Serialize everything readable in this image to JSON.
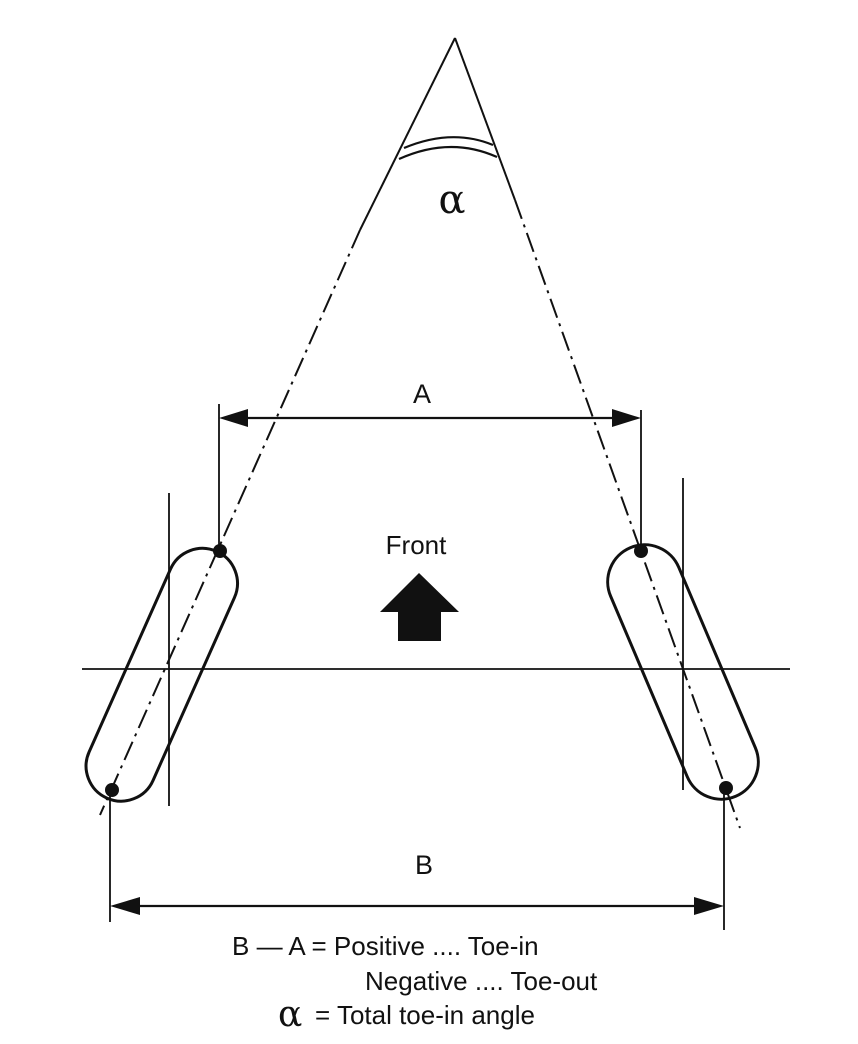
{
  "diagram": {
    "alpha_symbol": "α",
    "dimension_a_label": "A",
    "dimension_b_label": "B",
    "front_label": "Front",
    "legend": {
      "line1": "B — A = Positive .... Toe-in",
      "line2": "Negative .... Toe-out",
      "line3_symbol": "α",
      "line3_text": "= Total  toe-in angle"
    },
    "colors": {
      "ink": "#111111",
      "background": "#ffffff"
    },
    "icons": {
      "front_marker": "up-arrow-icon"
    }
  }
}
